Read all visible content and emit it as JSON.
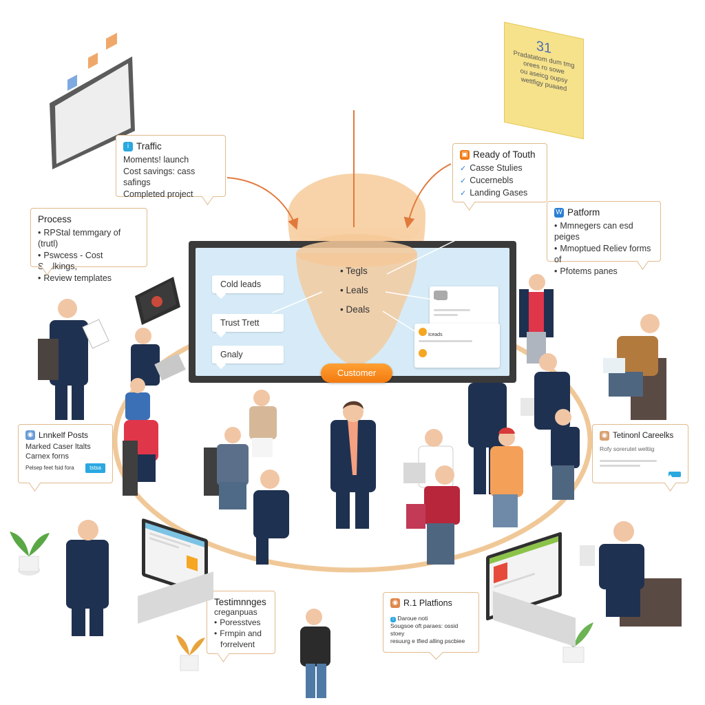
{
  "colors": {
    "accent_orange": "#f27a10",
    "funnel_peach": "#f5c99a",
    "ring": "#f0c898",
    "callout_border": "#e1b98c",
    "screen_bg": "#d6ebf7",
    "suit_navy": "#1f3150",
    "check_blue": "#2a7fd4",
    "sticky_yellow": "#f6e28a"
  },
  "sticky_note": {
    "number": "31",
    "lines": [
      "Pradatatom dum tmg",
      "orees ro sowe",
      "ou aseicg oupsy",
      "wettfigy puaaed"
    ]
  },
  "callouts": {
    "traffic": {
      "icon": "info-icon",
      "title": "Traffic",
      "items": [
        "Moments! launch",
        "Cost savings: cass safings",
        "Completed project"
      ]
    },
    "ready_of_touth": {
      "icon": "orange-badge-icon",
      "title": "Ready of Touth",
      "items": [
        "Casse Stulies",
        "Cucernebls",
        "Landing Gases"
      ]
    },
    "process": {
      "title": "Process",
      "items": [
        "RPStal temmgary of (trutl)",
        "Pswcess - Cost Ssalkings,",
        "Review templates"
      ]
    },
    "platform": {
      "icon": "blue-square-icon",
      "title": "Patform",
      "items": [
        "Mmnegers can esd peiges",
        "Mmoptued Reliev forms of",
        "Pfotems panes"
      ]
    },
    "linkedin_posts": {
      "title": "Lnnkelf Posts",
      "items": [
        "Marked Caser ltalts",
        "Carnex forns"
      ],
      "footer": "Pelsep feet fsid fora",
      "button": "tstsa"
    },
    "testimonial": {
      "title": "Tetinonl Careelks",
      "subtitle": "Rofy sorerutet weltiig"
    },
    "testimonges": {
      "title": "Testimnnges",
      "subtitle": "creganpuas",
      "items": [
        "Poresstves",
        "Frmpin and",
        "forrelvent"
      ]
    },
    "r1_platforms": {
      "title": "R.1 Platfions",
      "items": [
        "Daroue noti",
        "Sougsoe oft paraes: ossid stoey",
        "resuurg e tfied alling pscbiee"
      ]
    }
  },
  "screen": {
    "leads": [
      "Cold leads",
      "Trust Trett",
      "Gnaly"
    ],
    "funnel_stages": [
      "Tegls",
      "Leals",
      "Deals"
    ],
    "customer_button": "Customer",
    "info_card_label": "Iceads"
  }
}
